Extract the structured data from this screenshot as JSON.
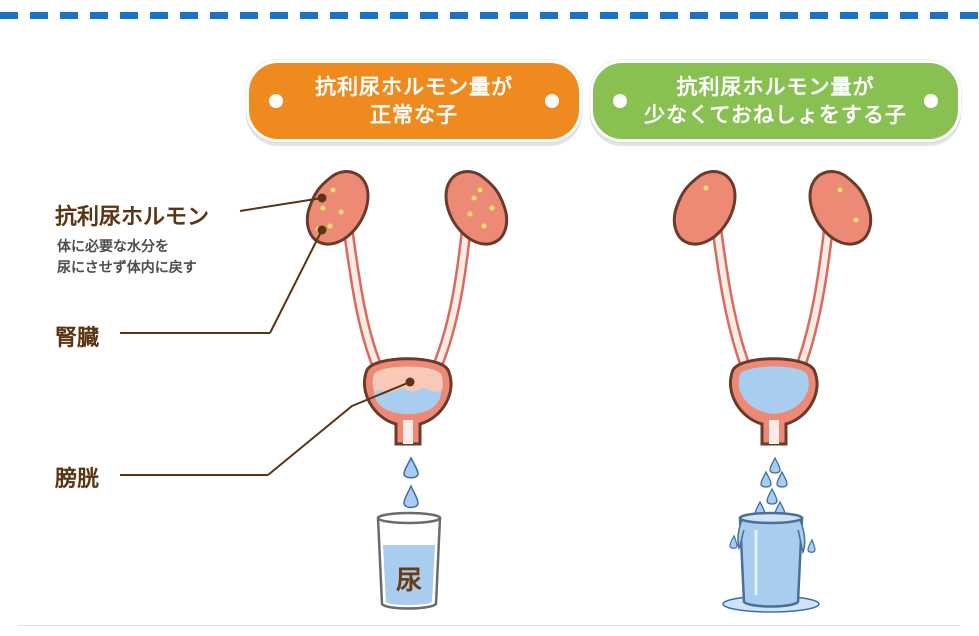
{
  "header": {
    "left_pill": "抗利尿ホルモン量が\n正常な子",
    "right_pill": "抗利尿ホルモン量が\n少なくておねしょをする子"
  },
  "labels": {
    "hormone": "抗利尿ホルモン",
    "hormone_desc_1": "体に必要な水分を",
    "hormone_desc_2": "尿にさせず体内に戻す",
    "kidney": "腎臓",
    "bladder": "膀胱",
    "cup": "尿"
  },
  "colors": {
    "orange": "#ef8b1e",
    "green": "#88c152",
    "kidney": "#ec8a76",
    "water": "#a8cdef",
    "label_brown": "#5b3511"
  }
}
